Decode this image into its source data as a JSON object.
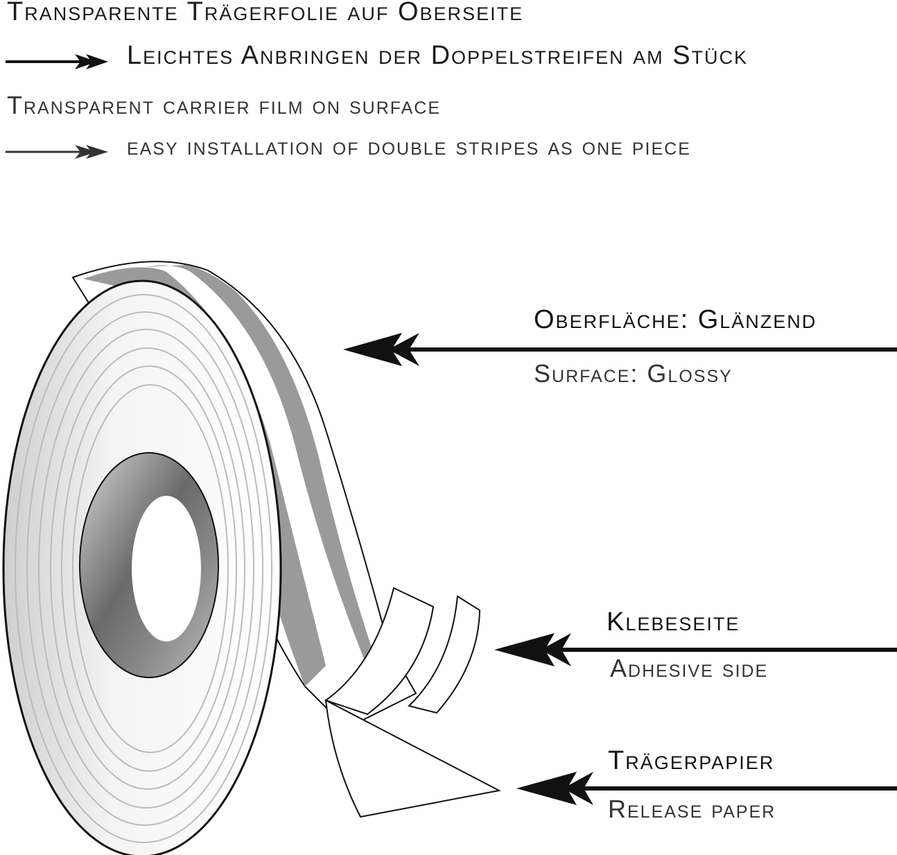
{
  "header": {
    "line_de_1": "Transparente Trägerfolie auf Oberseite",
    "line_de_2": "Leichtes Anbringen der Doppelstreifen am Stück",
    "line_en_1": "Transparent carrier film on surface",
    "line_en_2": "easy installation of double stripes as one piece"
  },
  "callouts": {
    "surface_de": "Oberfläche: Glänzend",
    "surface_en": "Surface: Glossy",
    "adhesive_de": "Klebeseite",
    "adhesive_en": "Adhesive side",
    "release_de": "Trägerpapier",
    "release_en": "Release paper"
  },
  "colors": {
    "stripe": "#9a9a9a",
    "line": "#111111"
  }
}
